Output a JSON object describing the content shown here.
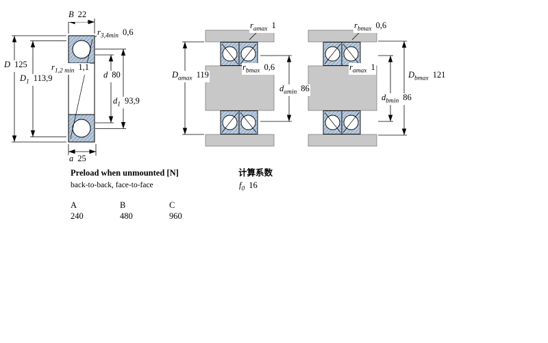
{
  "figure_left": {
    "B": {
      "sym": "B",
      "sub": "",
      "val": "22"
    },
    "r34": {
      "sym": "r",
      "sub": "3,4min",
      "val": "0,6"
    },
    "D": {
      "sym": "D",
      "sub": "",
      "val": "125"
    },
    "r12": {
      "sym": "r",
      "sub": "1,2 min",
      "val": "1,1"
    },
    "D1": {
      "sym": "D",
      "sub": "1",
      "val": "113,9"
    },
    "d": {
      "sym": "d",
      "sub": "",
      "val": "80"
    },
    "d1": {
      "sym": "d",
      "sub": "1",
      "val": "93,9"
    },
    "a": {
      "sym": "a",
      "sub": "",
      "val": "25"
    }
  },
  "figure_back_to_back": {
    "ra": {
      "sym": "r",
      "sub": "amax",
      "val": "1"
    },
    "Da": {
      "sym": "D",
      "sub": "amax",
      "val": "119"
    },
    "rb": {
      "sym": "r",
      "sub": "bmax",
      "val": "0,6"
    },
    "da": {
      "sym": "d",
      "sub": "amin",
      "val": "86"
    }
  },
  "figure_face_to_face": {
    "rb": {
      "sym": "r",
      "sub": "bmax",
      "val": "0,6"
    },
    "ra": {
      "sym": "r",
      "sub": "amax",
      "val": "1"
    },
    "Db": {
      "sym": "D",
      "sub": "bmax",
      "val": "121"
    },
    "db": {
      "sym": "d",
      "sub": "bmin",
      "val": "86"
    }
  },
  "preload": {
    "title": "Preload when unmounted [N]",
    "subtitle": "back-to-back, face-to-face",
    "columns": [
      "A",
      "B",
      "C"
    ],
    "values": [
      "240",
      "480",
      "960"
    ]
  },
  "calc": {
    "title": "计算系数",
    "f0": {
      "sym": "f",
      "sub": "0",
      "val": "16"
    }
  },
  "colors": {
    "ring_fill": "#b9cadd",
    "ring_hatch": "#5d7fa6",
    "steel_grey": "#c8c8c8"
  }
}
